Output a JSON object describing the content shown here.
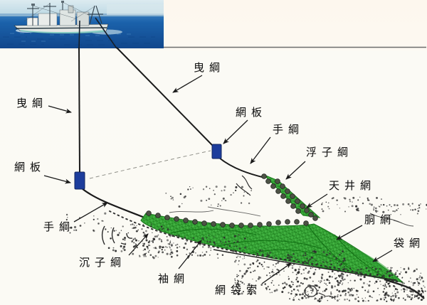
{
  "diagram": {
    "subject": "bottom-trawl-net-rigging-diagram",
    "labels": {
      "towing_warp_top": {
        "text": "曳綱"
      },
      "towing_warp_left": {
        "text": "曳綱"
      },
      "otter_board_right": {
        "text": "網板"
      },
      "hand_rope_right": {
        "text": "手綱"
      },
      "otter_board_left": {
        "text": "網板"
      },
      "float_line": {
        "text": "浮子綱"
      },
      "ceiling_net": {
        "text": "天井網"
      },
      "hand_rope_left": {
        "text": "手綱"
      },
      "body_net": {
        "text": "胴網"
      },
      "bag_net": {
        "text": "袋網"
      },
      "sinker_line": {
        "text": "沉子綱"
      },
      "wing_net": {
        "text": "袖網"
      },
      "bag_rope": {
        "text": "網袋索"
      }
    },
    "colors": {
      "net_green": "#41b241",
      "net_hatch": "#177517",
      "board_blue": "#1d3d9c",
      "float_gray": "#4d5345",
      "sea_blue": "#1b62ab",
      "line_dark": "#1a1a1a",
      "paper_top": "#fdf8f1",
      "paper_bottom": "#fbfaf4"
    }
  }
}
